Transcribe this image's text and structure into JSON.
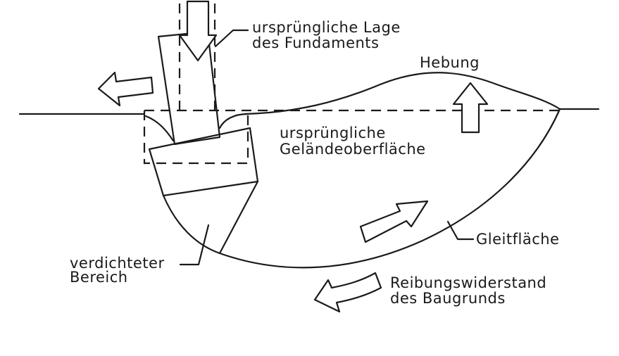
{
  "labels": {
    "original_position_line1": "ursprüngliche Lage",
    "original_position_line2": "des Fundaments",
    "heave": "Hebung",
    "original_surface_line1": "ursprüngliche",
    "original_surface_line2": "Geländeoberfläche",
    "slip_surface": "Gleitfläche",
    "compacted_line1": "verdichteter",
    "compacted_line2": "Bereich",
    "friction_line1": "Reibungswiderstand",
    "friction_line2": "des Baugrunds"
  }
}
